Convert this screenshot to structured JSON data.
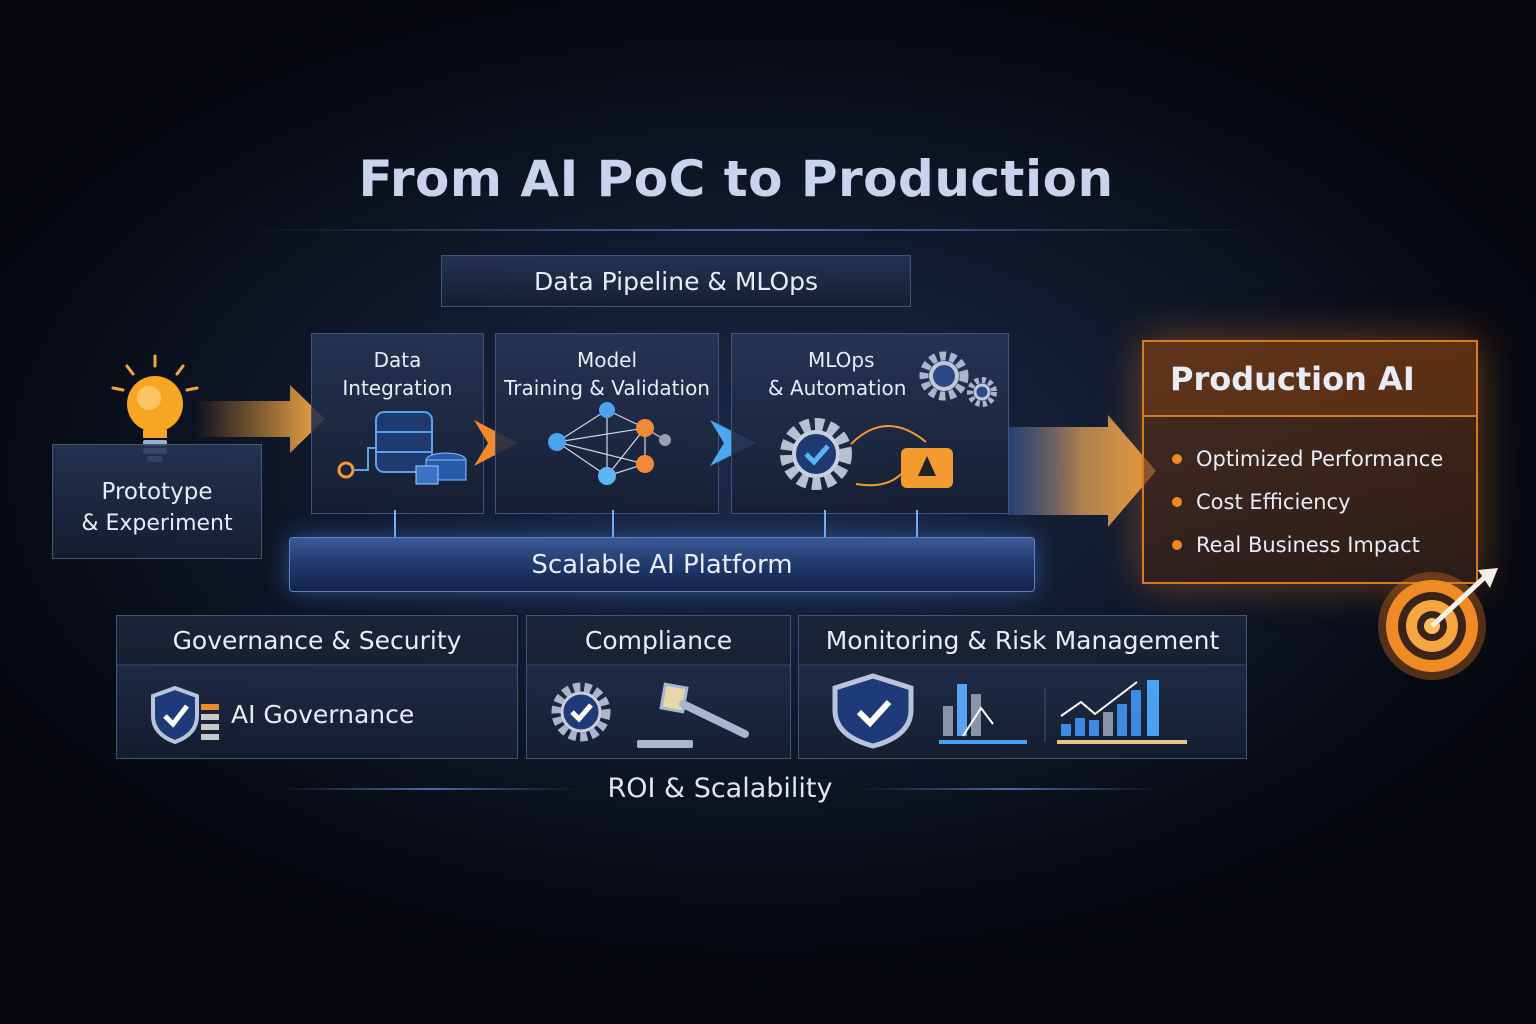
{
  "title": "From AI PoC to Production",
  "pipeline_label": "Data Pipeline & MLOps",
  "prototype": {
    "line1": "Prototype",
    "line2": "& Experiment"
  },
  "stages": [
    {
      "line1": "Data",
      "line2": "Integration"
    },
    {
      "line1": "Model",
      "line2": "Training & Validation"
    },
    {
      "line1": "MLOps",
      "line2": "& Automation"
    }
  ],
  "platform": "Scalable AI Platform",
  "production": {
    "title": "Production AI",
    "items": [
      "Optimized Performance",
      "Cost Efficiency",
      "Real Business Impact"
    ]
  },
  "bottom": [
    {
      "title": "Governance & Security",
      "content": "AI Governance"
    },
    {
      "title": "Compliance"
    },
    {
      "title": "Monitoring & Risk Management"
    }
  ],
  "footer": "ROI & Scalability",
  "colors": {
    "accent_orange": "#f08a24",
    "accent_blue": "#4aa3f0",
    "background": "#0b1120"
  }
}
